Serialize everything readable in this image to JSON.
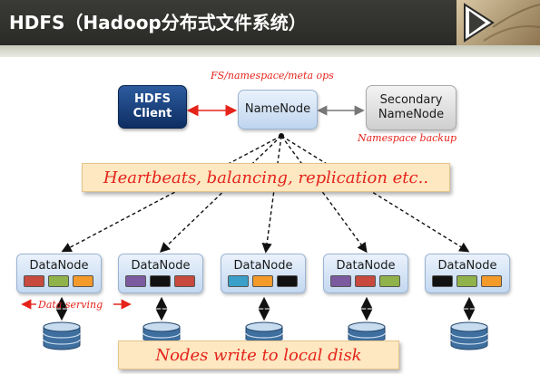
{
  "header": {
    "title": "HDFS（Hadoop分布式文件系统）"
  },
  "nodes": {
    "client_line1": "HDFS",
    "client_line2": "Client",
    "namenode": "NameNode",
    "secondary_line1": "Secondary",
    "secondary_line2": "NameNode"
  },
  "annotations": {
    "namespace_ops": "FS/namespace/meta ops",
    "namespace_backup": "Namespace backup",
    "data_serving": "Data serving"
  },
  "banners": {
    "heartbeats": "Heartbeats, balancing, replication etc..",
    "local_disk": "Nodes write to local disk"
  },
  "datanodes": [
    {
      "label": "DataNode",
      "blocks": [
        "#c8493e",
        "#8fb34a",
        "#f39a2a"
      ]
    },
    {
      "label": "DataNode",
      "blocks": [
        "#7b5aa0",
        "#111111",
        "#c8493e"
      ]
    },
    {
      "label": "DataNode",
      "blocks": [
        "#3aa0c9",
        "#f39a2a",
        "#111111"
      ]
    },
    {
      "label": "DataNode",
      "blocks": [
        "#7b5aa0",
        "#c8493e",
        "#8fb34a"
      ]
    },
    {
      "label": "DataNode",
      "blocks": [
        "#111111",
        "#8fb34a",
        "#f39a2a"
      ]
    }
  ],
  "colors": {
    "annotation_red": "#e5231b",
    "client_blue": "#0d2e63",
    "banner_fill": "#fde8c2"
  }
}
